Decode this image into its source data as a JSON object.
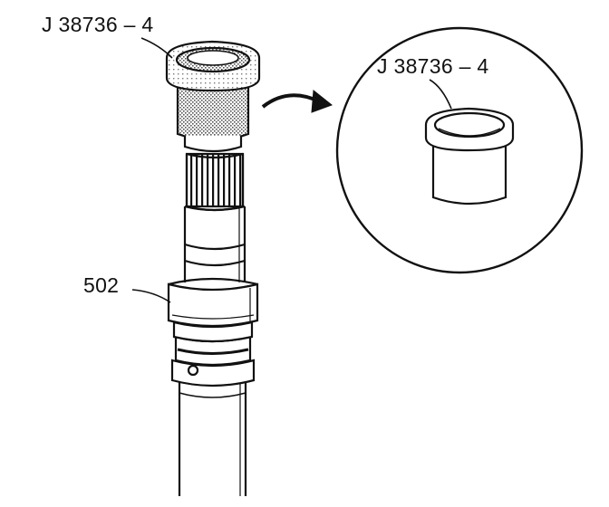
{
  "labels": {
    "tool_main": "J 38736 – 4",
    "tool_detail": "J 38736 – 4",
    "shaft_part": "502"
  },
  "colors": {
    "ink": "#111111",
    "paper": "#ffffff",
    "shade": "#8a8a8a"
  }
}
